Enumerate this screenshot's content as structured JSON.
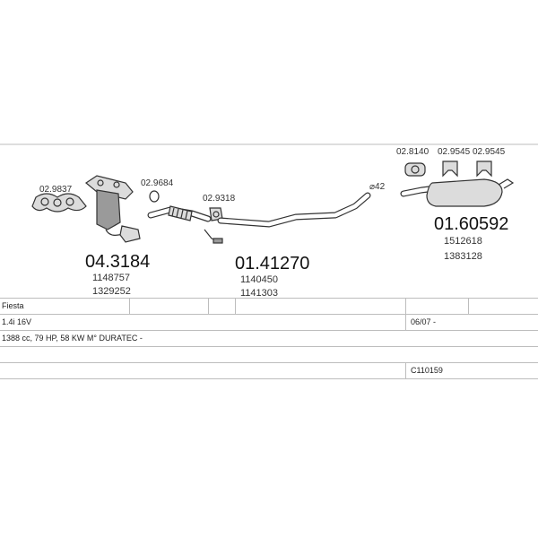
{
  "parts": {
    "manifold_gasket": "02.9837",
    "catalyst": {
      "number": "04.3184",
      "refs": [
        "1148757",
        "1329252"
      ]
    },
    "ring_gasket": "02.9684",
    "flange_gasket": "02.9318",
    "front_pipe": {
      "number": "01.41270",
      "refs": [
        "1140450",
        "1141303"
      ]
    },
    "diameter": "⌀42",
    "mount_1": "02.8140",
    "mount_2": "02.9545",
    "mount_3": "02.9545",
    "rear_silencer": {
      "number": "01.60592",
      "refs": [
        "1512618",
        "1383128"
      ]
    }
  },
  "info": {
    "model": "Fiesta",
    "engine": "1.4i 16V",
    "date": "06/07 -",
    "spec": "1388 cc, 79 HP, 58 KW M° DURATEC -",
    "code": "C110159"
  }
}
